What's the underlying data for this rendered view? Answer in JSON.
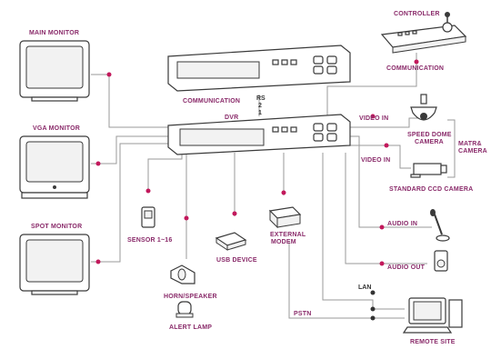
{
  "labels": {
    "main_monitor": "MAIN MONITOR",
    "vga_monitor": "VGA MONITOR",
    "spot_monitor": "SPOT MONITOR",
    "controller": "CONTROLLER",
    "communication_top": "COMMUNICATION",
    "communication_left": "COMMUNICATION",
    "rs_line1": "RS",
    "rs_line2": "2",
    "rs_line3": "1",
    "dvr": "DVR",
    "video_in_1": "VIDEO IN",
    "speed_dome_1": "SPEED DOME",
    "speed_dome_2": "CAMERA",
    "matrix_1": "MATR&",
    "matrix_2": "CAMERA",
    "video_in_2": "VIDEO IN",
    "standard_ccd": "STANDARD CCD CAMERA",
    "sensor": "SENSOR 1~16",
    "usb_device": "USB DEVICE",
    "external_modem_1": "EXTERNAL",
    "external_modem_2": "MODEM",
    "audio_in": "AUDIO IN",
    "audio_out": "AUDIO OUT",
    "horn_speaker": "HORN/SPEAKER",
    "alert_lamp": "ALERT LAMP",
    "lan": "LAN",
    "pstn": "PSTN",
    "remote_site": "REMOTE SITE"
  },
  "colors": {
    "accent": "#c2185b",
    "label": "#8a2b6a",
    "line": "#9a9a9a",
    "device_stroke": "#3a3a3a"
  },
  "icons": [
    "monitor-icon",
    "dvr-icon",
    "controller-icon",
    "dome-camera-icon",
    "ccd-camera-icon",
    "sensor-icon",
    "usb-device-icon",
    "modem-icon",
    "microphone-icon",
    "speaker-icon",
    "horn-icon",
    "lamp-icon",
    "computer-icon"
  ]
}
